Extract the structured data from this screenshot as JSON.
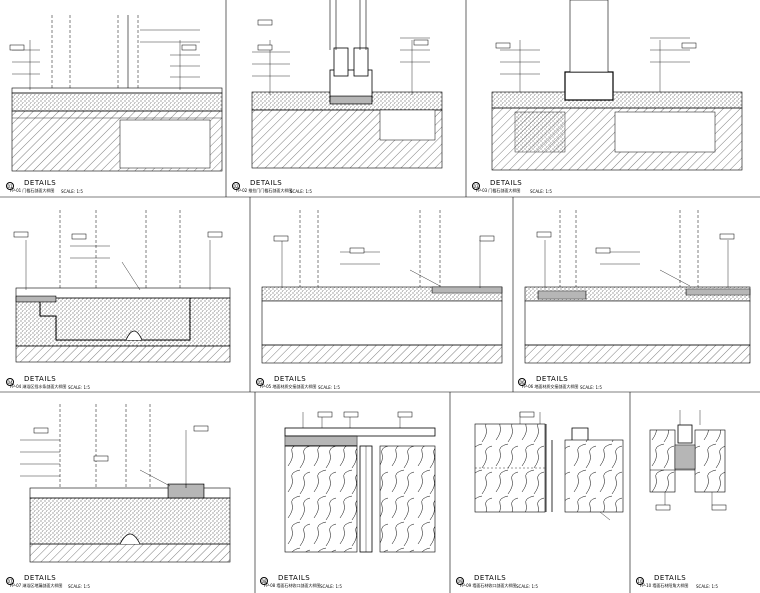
{
  "sheet": {
    "panels": [
      {
        "id": "p01",
        "number": "01",
        "title": "DETAILS",
        "subtitle": "FP-01 门槛石剖面大样图",
        "scale": "SCALE: 1:5"
      },
      {
        "id": "p02",
        "number": "02",
        "title": "DETAILS",
        "subtitle": "FP-02 推拉门门槛石剖面大样图",
        "scale": "SCALE: 1:5"
      },
      {
        "id": "p03",
        "number": "03",
        "title": "DETAILS",
        "subtitle": "FP-03 门槛石剖面大样图",
        "scale": "SCALE: 1:5"
      },
      {
        "id": "p04",
        "number": "04",
        "title": "DETAILS",
        "subtitle": "FP-04 淋浴区挡水条剖面大样图",
        "scale": "SCALE: 1:5"
      },
      {
        "id": "p05",
        "number": "05",
        "title": "DETAILS",
        "subtitle": "FP-05 地面材质交接剖面大样图",
        "scale": "SCALE: 1:5"
      },
      {
        "id": "p06",
        "number": "06",
        "title": "DETAILS",
        "subtitle": "FP-06 地面材质交接剖面大样图",
        "scale": "SCALE: 1:5"
      },
      {
        "id": "p07",
        "number": "07",
        "title": "DETAILS",
        "subtitle": "FP-07 淋浴区地漏剖面大样图",
        "scale": "SCALE: 1:5"
      },
      {
        "id": "p08",
        "number": "08",
        "title": "DETAILS",
        "subtitle": "FP-08 墙面石材收口剖面大样图",
        "scale": "SCALE: 1:5"
      },
      {
        "id": "p09",
        "number": "09",
        "title": "DETAILS",
        "subtitle": "FP-09 墙面石材收口剖面大样图",
        "scale": "SCALE: 1:5"
      },
      {
        "id": "p10",
        "number": "10",
        "title": "DETAILS",
        "subtitle": "FP-10 墙面石材阳角大样图",
        "scale": "SCALE: 1:5"
      }
    ]
  }
}
